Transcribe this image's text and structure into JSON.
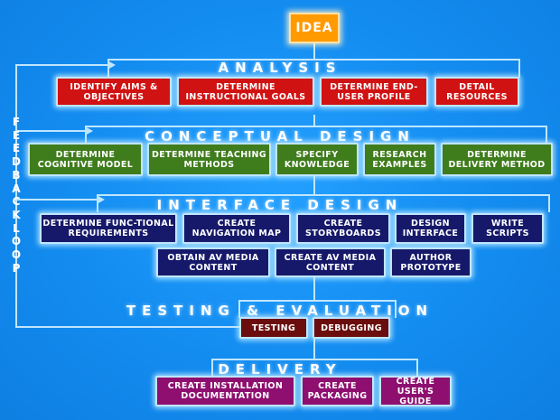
{
  "idea": "IDEA",
  "feedback_label": "FEEDBACK LOOP",
  "stages": {
    "analysis": {
      "title": "ANALYSIS",
      "boxes": [
        "IDENTIFY AIMS & OBJECTIVES",
        "DETERMINE INSTRUCTIONAL GOALS",
        "DETERMINE END-USER PROFILE",
        "DETAIL RESOURCES"
      ]
    },
    "conceptual": {
      "title": "CONCEPTUAL DESIGN",
      "boxes": [
        "DETERMINE COGNITIVE MODEL",
        "DETERMINE TEACHING METHODS",
        "SPECIFY KNOWLEDGE",
        "RESEARCH EXAMPLES",
        "DETERMINE DELIVERY METHOD"
      ]
    },
    "interface": {
      "title": "INTERFACE DESIGN",
      "boxes": [
        "DETERMINE FUNC-TIONAL REQUIREMENTS",
        "CREATE NAVIGATION MAP",
        "CREATE STORYBOARDS",
        "DESIGN INTERFACE",
        "WRITE SCRIPTS",
        "OBTAIN AV MEDIA CONTENT",
        "CREATE AV MEDIA CONTENT",
        "AUTHOR PROTOTYPE"
      ]
    },
    "testing": {
      "title": "TESTING & EVALUATION",
      "boxes": [
        "TESTING",
        "DEBUGGING"
      ]
    },
    "delivery": {
      "title": "DELIVERY",
      "boxes": [
        "CREATE INSTALLATION DOCUMENTATION",
        "CREATE PACKAGING",
        "CREATE USER'S GUIDE"
      ]
    }
  },
  "colors": {
    "background": "#1590f0",
    "idea": "#ff9a00",
    "analysis": "#d11212",
    "conceptual": "#3f7c1c",
    "interface": "#16196a",
    "testing": "#6b0d0d",
    "delivery": "#8e0f70",
    "connector": "#bfe6ff"
  }
}
